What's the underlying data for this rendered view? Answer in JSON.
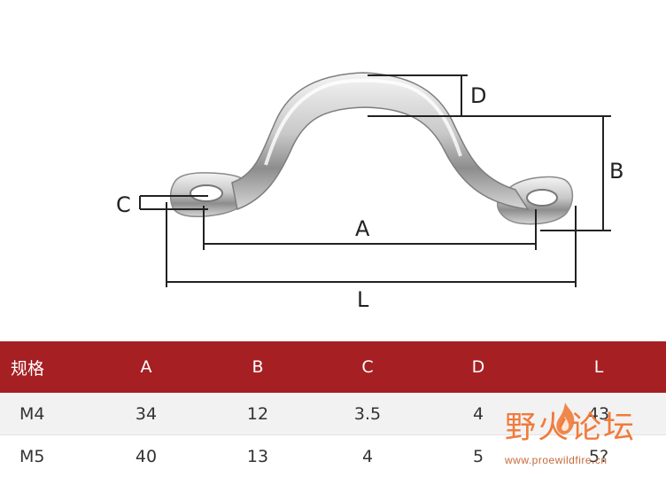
{
  "diagram": {
    "labels": {
      "a": "A",
      "b": "B",
      "c": "C",
      "d": "D",
      "l": "L"
    }
  },
  "table": {
    "headers": [
      "规格",
      "A",
      "B",
      "C",
      "D",
      "L"
    ],
    "rows": [
      [
        "M4",
        "34",
        "12",
        "3.5",
        "4",
        "43"
      ],
      [
        "M5",
        "40",
        "13",
        "4",
        "5",
        "5?"
      ]
    ]
  },
  "watermark": {
    "title": "野火论坛",
    "url": "www.proewildfire.cn"
  },
  "colors": {
    "header_bg": "#a51f23",
    "header_text": "#ffffff",
    "watermark": "#f07b3b"
  }
}
